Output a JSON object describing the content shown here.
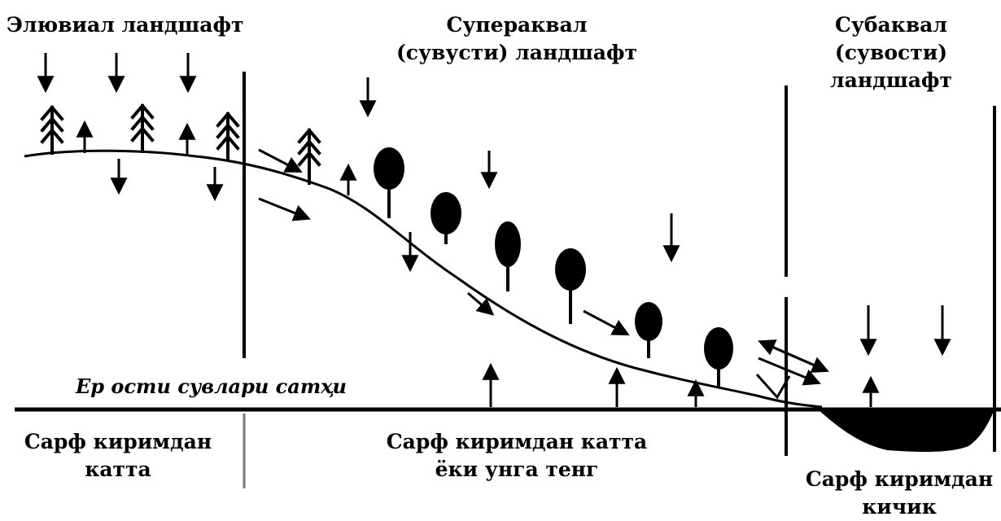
{
  "zones": {
    "eluvial": "Элювиал ландшафт",
    "superaqual_line1": "Супераквал",
    "superaqual_line2": "(сувусти) ландшафт",
    "subaqual_line1": "Субаквал",
    "subaqual_line2": "(сувости)",
    "subaqual_line3": "ландшафт"
  },
  "groundwater_label": "Ер ости сувлари сатҳи",
  "balance": {
    "left_line1": "Сарф киримдан",
    "left_line2": "катта",
    "middle_line1": "Сарф киримдан катта",
    "middle_line2": "ёки унга тенг",
    "right_line1": "Сарф киримдан",
    "right_line2": "кичик"
  },
  "colors": {
    "ink": "#000000",
    "background": "#ffffff"
  },
  "icons": [
    "conifer-tree-icon",
    "deciduous-tree-icon",
    "arrow-down-icon",
    "arrow-up-icon",
    "flow-arrow-icon"
  ]
}
